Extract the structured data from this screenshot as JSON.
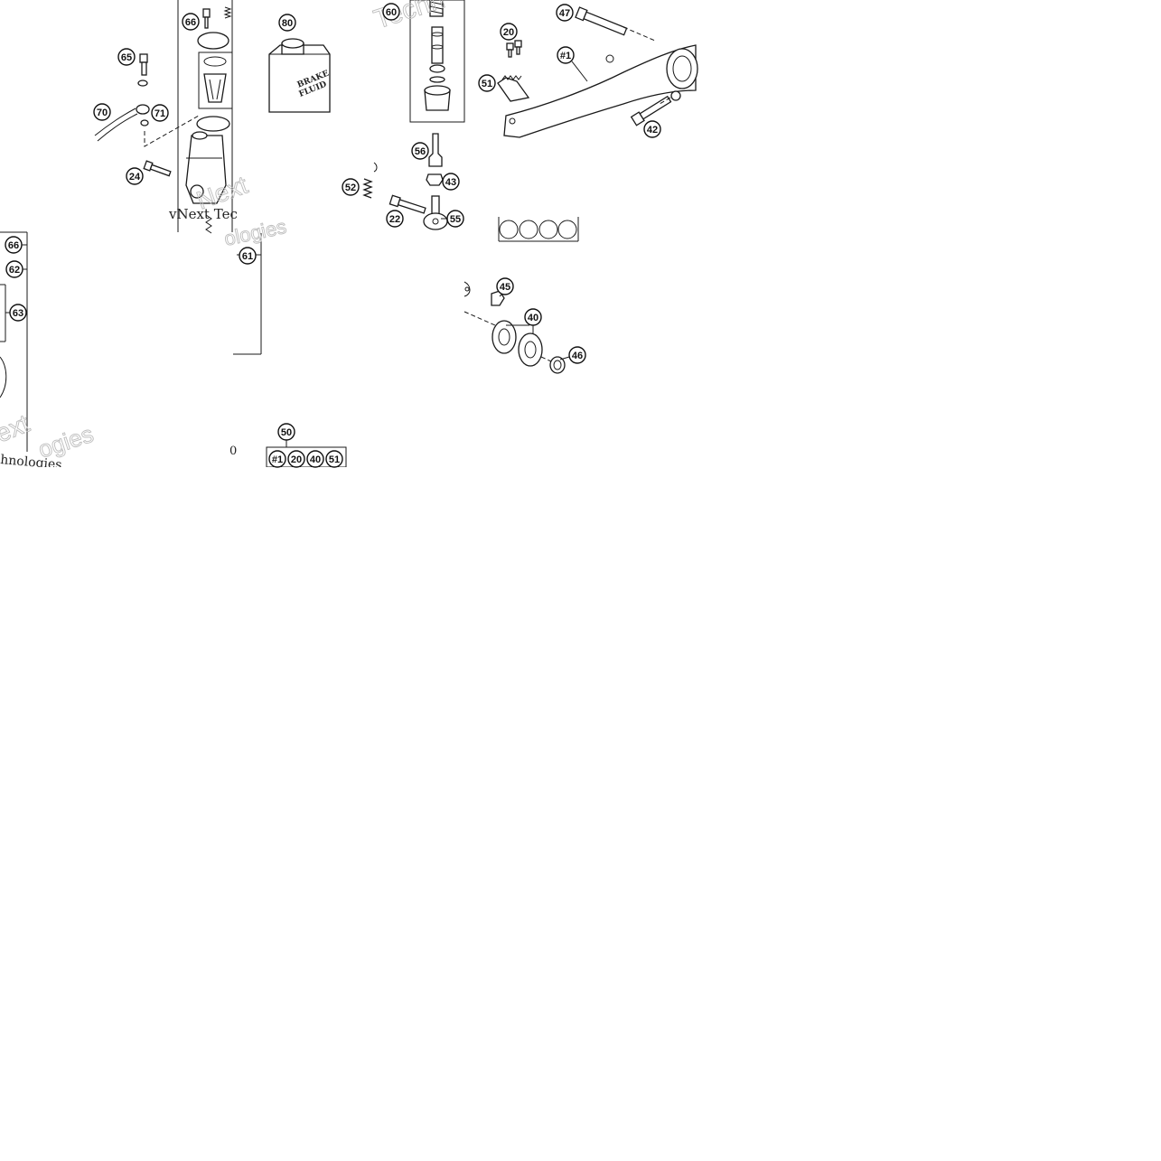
{
  "diagram": {
    "part_numbers": {
      "p66a": "66",
      "p80": "80",
      "p60": "60",
      "p47": "47",
      "p20": "20",
      "p65": "65",
      "p1": "#1",
      "p51": "51",
      "p70": "70",
      "p71": "71",
      "p42": "42",
      "p24": "24",
      "p56": "56",
      "p43": "43",
      "p52": "52",
      "p22": "22",
      "p55": "55",
      "p66b": "66",
      "p62": "62",
      "p61": "61",
      "p63": "63",
      "p45": "45",
      "p40": "40",
      "p46": "46",
      "p50": "50"
    },
    "kit_50_contents": [
      "#1",
      "20",
      "40",
      "51"
    ],
    "fluid_can_text": [
      "BRAKE",
      "FLUID"
    ],
    "watermarks": {
      "solid_1": "vNext Tec",
      "solid_2": "hnologies",
      "outline_1": "Techn",
      "outline_2": "Next",
      "outline_3": "ext",
      "outline_4": "ogies",
      "outline_5": "ologies",
      "cut_bubble": "0"
    },
    "colors": {
      "line": "#1a1a1a",
      "background": "#ffffff",
      "watermark": "#bdbdbd"
    }
  }
}
